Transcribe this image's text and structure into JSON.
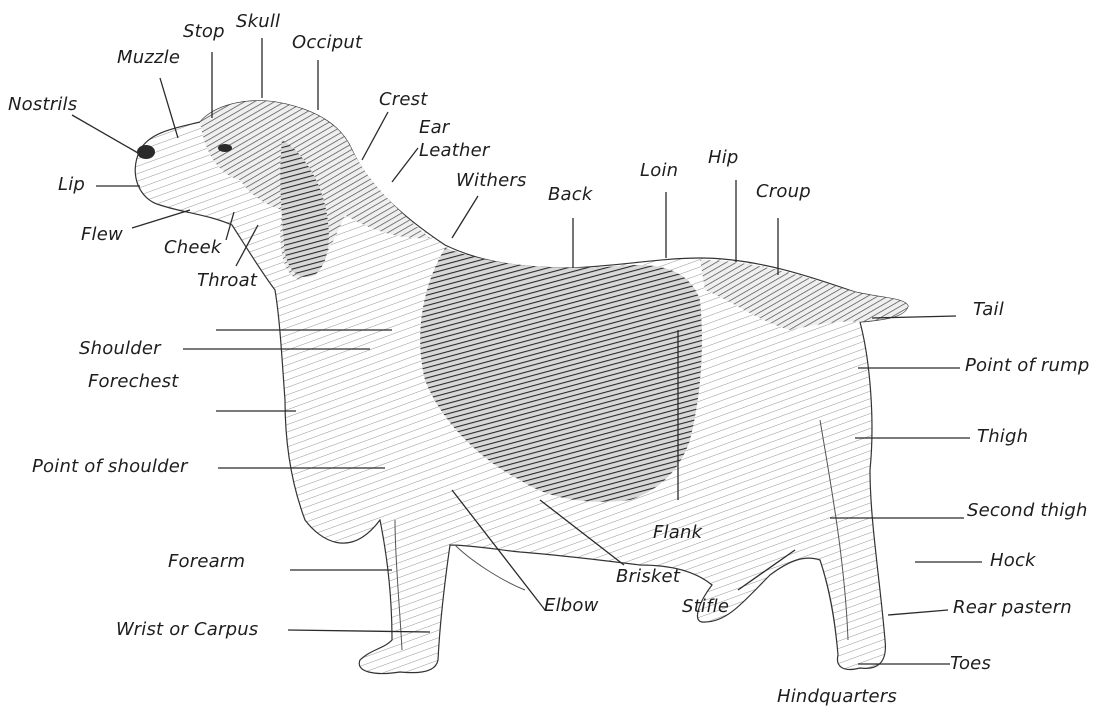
{
  "labels": {
    "nostrils": "Nostrils",
    "muzzle": "Muzzle",
    "stop": "Stop",
    "skull": "Skull",
    "occiput": "Occiput",
    "crest": "Crest",
    "ear": "Ear",
    "leather": "Leather",
    "withers": "Withers",
    "back": "Back",
    "loin": "Loin",
    "hip": "Hip",
    "croup": "Croup",
    "lip": "Lip",
    "flew": "Flew",
    "cheek": "Cheek",
    "throat": "Throat",
    "tail": "Tail",
    "shoulder": "Shoulder",
    "point_of_rump": "Point of rump",
    "forechest": "Forechest",
    "thigh": "Thigh",
    "point_of_shoulder": "Point of shoulder",
    "second_thigh": "Second thigh",
    "flank": "Flank",
    "hock": "Hock",
    "forearm": "Forearm",
    "brisket": "Brisket",
    "elbow": "Elbow",
    "stifle": "Stifle",
    "rear_pastern": "Rear pastern",
    "wrist_or_carpus": "Wrist or Carpus",
    "toes": "Toes",
    "hindquarters": "Hindquarters"
  },
  "colors": {
    "ink": "#1e1e1e",
    "fur_dark": "#2a2a2a",
    "fur_mid": "#6b6b6b",
    "fur_light": "#bdbdbd"
  }
}
